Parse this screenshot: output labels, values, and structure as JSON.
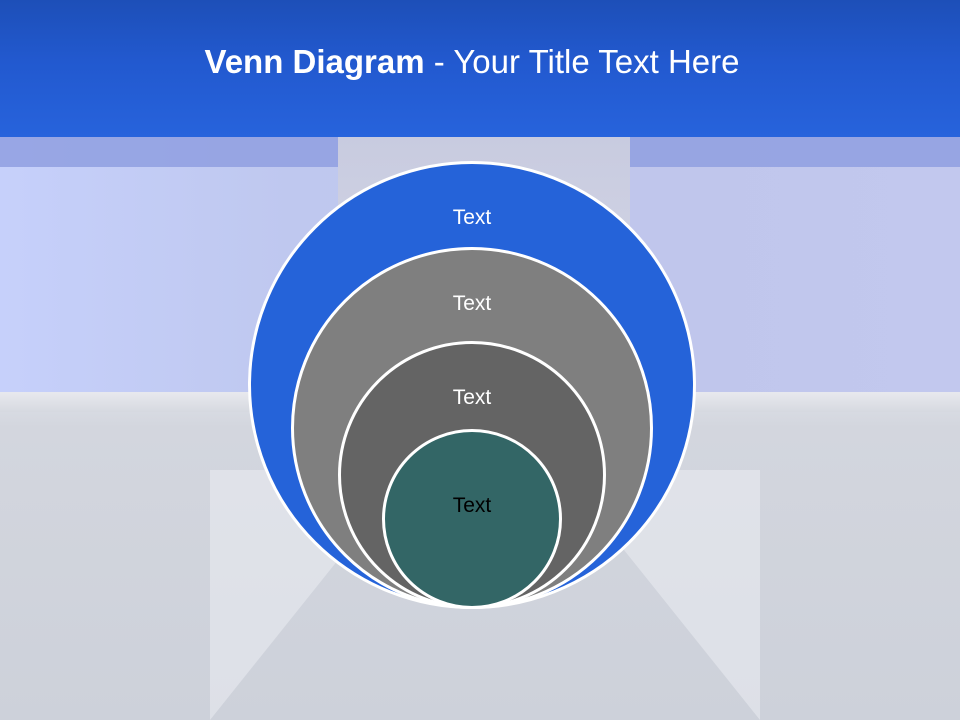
{
  "header": {
    "title_bold": "Venn Diagram",
    "title_rest": " - Your Title Text Here"
  },
  "diagram": {
    "circles": [
      {
        "label": "Text",
        "fill": "#2563d9",
        "text_color": "#ffffff"
      },
      {
        "label": "Text",
        "fill": "#7f7f7f",
        "text_color": "#ffffff"
      },
      {
        "label": "Text",
        "fill": "#646464",
        "text_color": "#ffffff"
      },
      {
        "label": "Text",
        "fill": "#336666",
        "text_color": "#000000"
      }
    ]
  },
  "colors": {
    "header_blue": "#2259cf",
    "outline": "#ffffff"
  }
}
